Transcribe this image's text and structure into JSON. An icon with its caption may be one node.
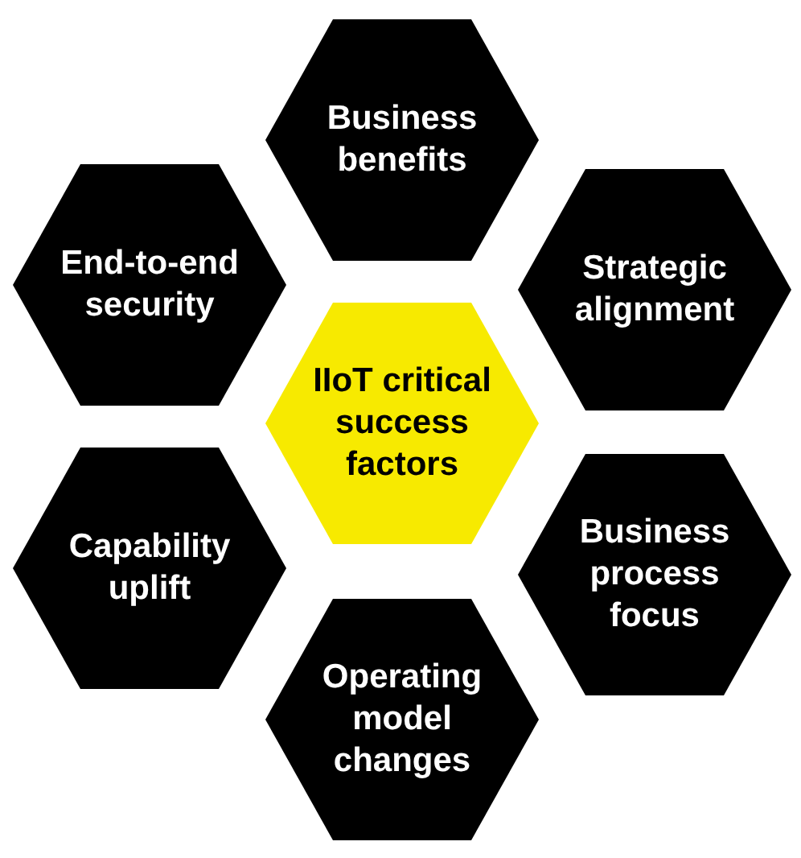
{
  "diagram": {
    "nodes": [
      {
        "text": [
          "Business benefits"
        ]
      },
      {
        "text": [
          "End-to-end security"
        ]
      },
      {
        "text": [
          "Strategic alignment"
        ]
      },
      {
        "text": [
          "IIoT critical success factors"
        ]
      },
      {
        "text": [
          "Capability uplift"
        ]
      },
      {
        "text": [
          "Business process focus"
        ]
      },
      {
        "text": [
          "Operating model changes"
        ]
      }
    ]
  }
}
